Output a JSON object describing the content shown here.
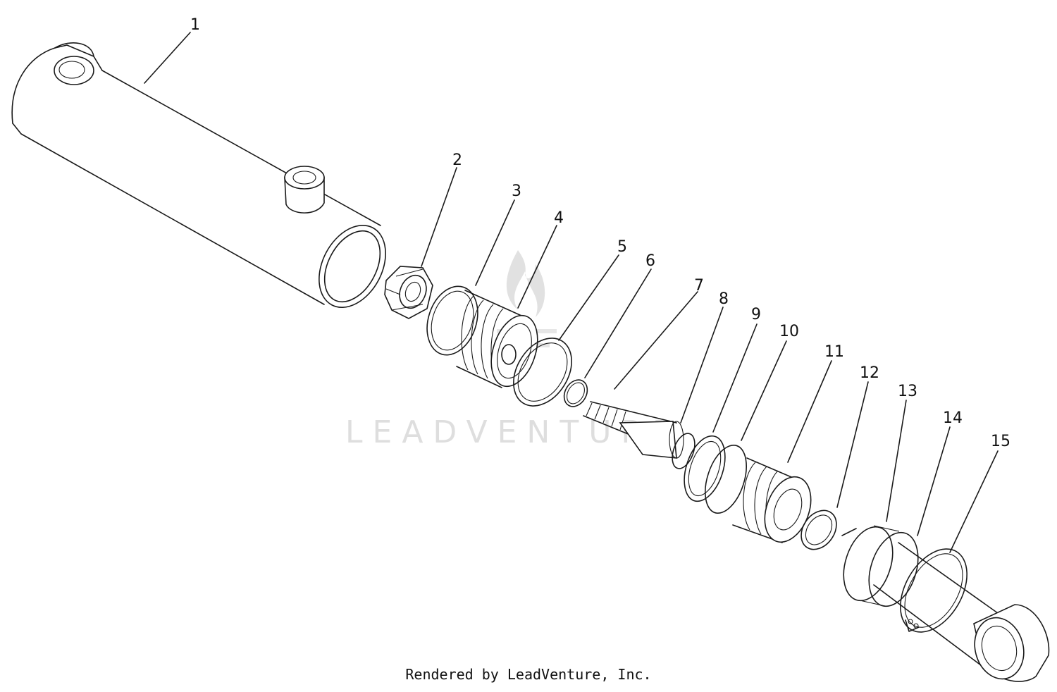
{
  "diagram": {
    "callouts": [
      "1",
      "2",
      "3",
      "4",
      "5",
      "6",
      "7",
      "8",
      "9",
      "10",
      "11",
      "12",
      "13",
      "14",
      "15"
    ]
  },
  "watermark": {
    "text": "LEADVENTURE",
    "color": "#d9d9d9"
  },
  "footer": {
    "text": "Rendered by LeadVenture, Inc."
  }
}
